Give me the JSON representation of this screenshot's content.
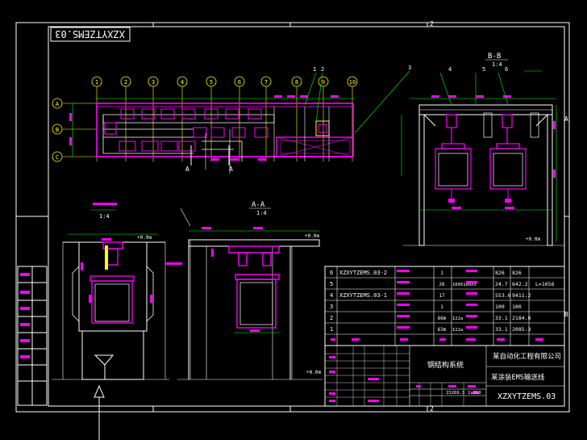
{
  "drawing": {
    "stamp_mirrored": "XZXYTZEMS.03",
    "zone_numbers": {
      "top": "2",
      "bottom": "2",
      "right_a": "A",
      "right_b": "B"
    },
    "grid_columns": [
      "1",
      "2",
      "3",
      "4",
      "5",
      "6",
      "7",
      "8",
      "9",
      "10"
    ],
    "grid_rows": [
      "A",
      "B",
      "C"
    ],
    "section_bb": {
      "title": "B-B",
      "scale": "1:4"
    },
    "section_aa": {
      "title": "A-A",
      "scale": "1:4"
    },
    "section_pit": {
      "scale": "1:4"
    },
    "callouts": [
      "1",
      "2",
      "3",
      "4",
      "5",
      "6"
    ],
    "section_markers": [
      "A",
      "A"
    ],
    "levels": [
      "+0.0m",
      "+0.0m",
      "+0.0m",
      "+0.0m"
    ]
  },
  "bom": {
    "rows": [
      {
        "no": "6",
        "code": "XZXYTZEMS.03-2",
        "qty": "1",
        "w1": "826",
        "w2": "826",
        "note": ""
      },
      {
        "no": "5",
        "code": "",
        "qty": "26",
        "spec": "100X100X5",
        "w1": "24.7",
        "w2": "642.2",
        "note": "L=1656"
      },
      {
        "no": "4",
        "code": "XZXYTZEMS.03-1",
        "qty": "17",
        "w1": "553.6",
        "w2": "9411.2",
        "note": ""
      },
      {
        "no": "3",
        "code": "",
        "qty": "1",
        "w1": "100",
        "w2": "100",
        "note": ""
      },
      {
        "no": "2",
        "code": "",
        "qty": "66m",
        "spec": "I22a",
        "w1": "33.1",
        "w2": "2184.6",
        "note": ""
      },
      {
        "no": "1",
        "code": "",
        "qty": "63m",
        "spec": "I22a",
        "w1": "33.1",
        "w2": "2085.3",
        "note": ""
      }
    ]
  },
  "title_block": {
    "company": "某自动化工程有限公司",
    "project": "某涂装EMS输送线",
    "drawing_no": "XZXYTZEMS.03",
    "part_name": "钢结构系统",
    "weight": "15269.3",
    "scale": "1:350"
  },
  "colors": {
    "frame": "#ffffff",
    "magenta": "#ff00ff",
    "cyan": "#00ffff",
    "yellow": "#ffff00",
    "green": "#00ff00",
    "red": "#ff0000"
  }
}
